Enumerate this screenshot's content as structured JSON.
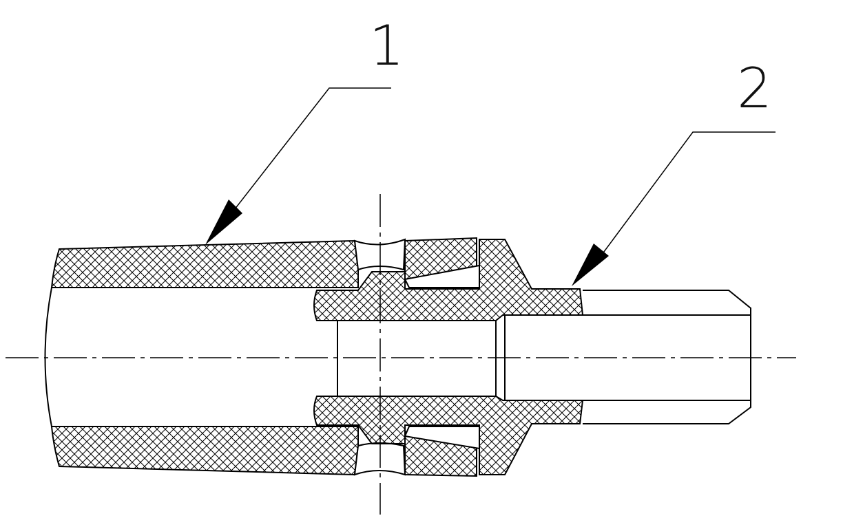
{
  "diagram": {
    "callouts": [
      {
        "id": "1",
        "label": "1"
      },
      {
        "id": "2",
        "label": "2"
      }
    ],
    "colors": {
      "line": "#000000",
      "hatch": "#000000",
      "background": "#ffffff"
    }
  }
}
